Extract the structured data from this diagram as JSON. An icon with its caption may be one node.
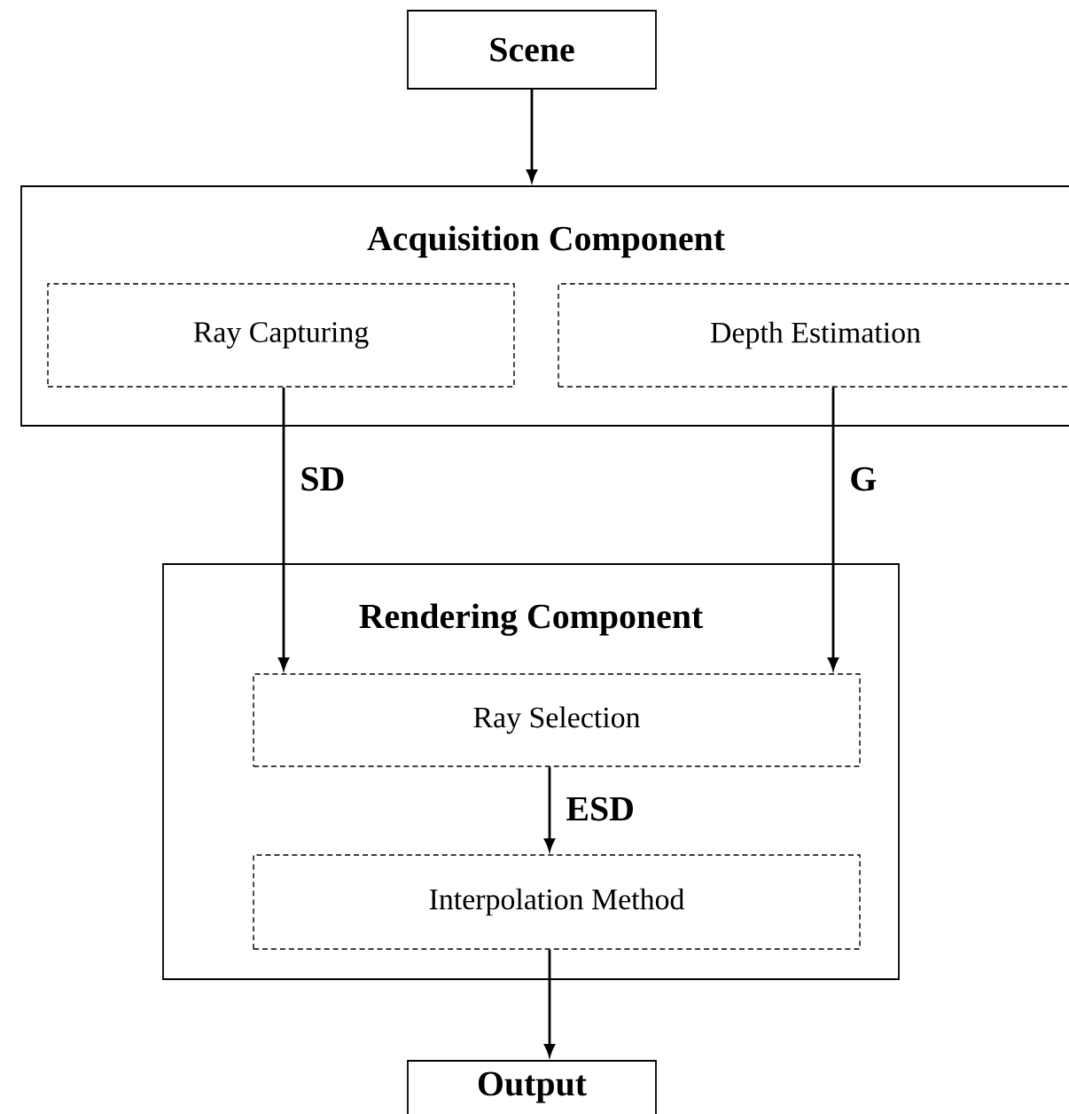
{
  "diagram": {
    "nodes": [
      {
        "text": [
          "Scene"
        ]
      },
      {
        "text": [
          "Acquisition Component"
        ]
      },
      {
        "text": [
          "Ray Capturing"
        ],
        "in": 1
      },
      {
        "text": [
          "Depth Estimation"
        ],
        "in": 1
      },
      {
        "text": [
          "Rendering Component"
        ]
      },
      {
        "text": [
          "Ray Selection"
        ],
        "in": 4
      },
      {
        "text": [
          "Interpolation Method"
        ],
        "in": 4
      },
      {
        "text": [
          "Output"
        ]
      }
    ],
    "edges": [
      {
        "from": 0,
        "to": 1,
        "arrow": "to"
      },
      {
        "from": 2,
        "to": 5,
        "arrow": "to",
        "label": "SD"
      },
      {
        "from": 3,
        "to": 5,
        "arrow": "to",
        "label": "G"
      },
      {
        "from": 5,
        "to": 6,
        "arrow": "to",
        "label": "ESD"
      },
      {
        "from": 6,
        "to": 7,
        "arrow": "to"
      }
    ]
  }
}
